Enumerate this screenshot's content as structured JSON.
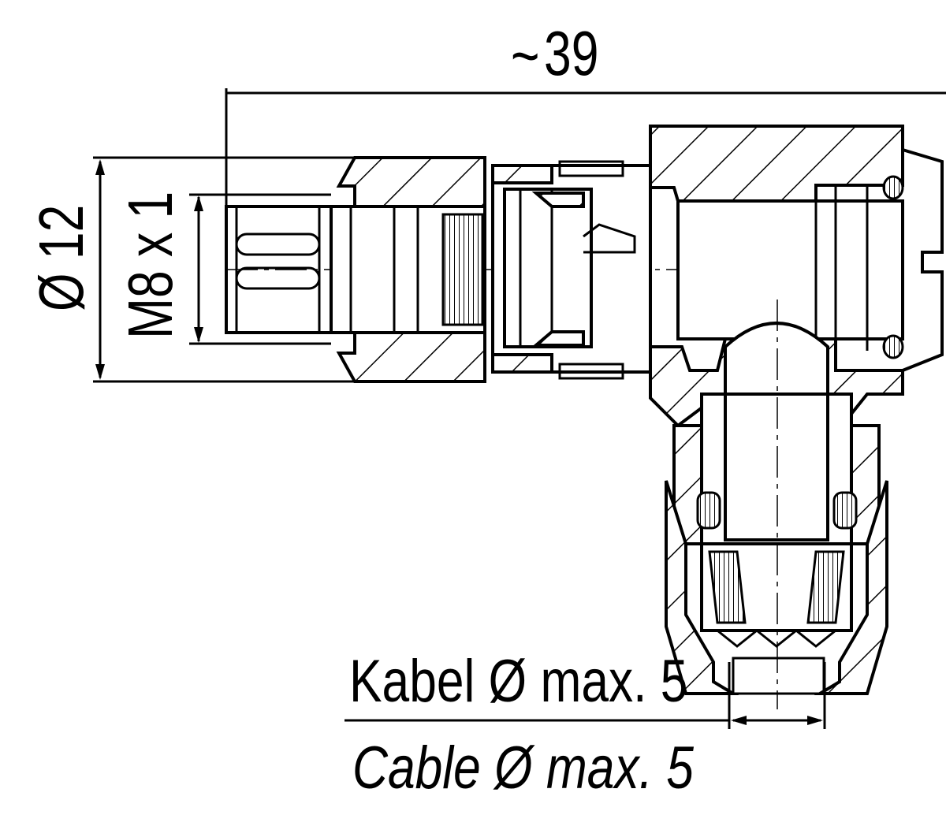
{
  "dimensions": {
    "overall_length": "39",
    "overall_length_prefix": "~",
    "outer_diameter": "Ø 12",
    "thread": "M8 x 1"
  },
  "cable_note": {
    "german": "Kabel Ø max. 5",
    "english": "Cable Ø max. 5"
  }
}
